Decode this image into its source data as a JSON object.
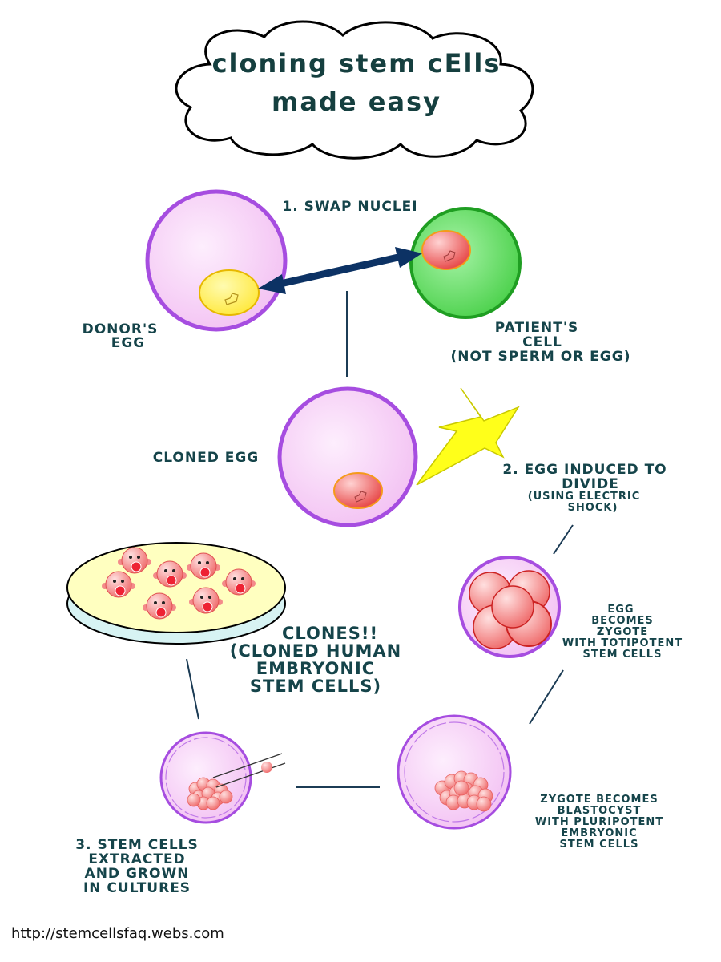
{
  "title": {
    "line1": "cloning stem cElls",
    "line2": "made easy"
  },
  "labels": {
    "swap_nuclei": "1. SWAP NUCLEI",
    "donor_egg": {
      "line1": "DONOR'S",
      "line2": "EGG"
    },
    "patients_cell": {
      "line1": "PATIENT'S",
      "line2": "CELL",
      "line3": "(NOT SPERM OR EGG)"
    },
    "cloned_egg": "CLONED EGG",
    "egg_induced": {
      "line1": "2. EGG INDUCED TO",
      "line2": "DIVIDE",
      "line3": "(USING ELECTRIC",
      "line4": "SHOCK)"
    },
    "zygote": {
      "line1": "EGG",
      "line2": "BECOMES",
      "line3": "ZYGOTE",
      "line4": "WITH TOTIPOTENT",
      "line5": "STEM CELLS"
    },
    "blastocyst": {
      "line1": "ZYGOTE BECOMES",
      "line2": "BLASTOCYST",
      "line3": "WITH PLURIPOTENT",
      "line4": "EMBRYONIC",
      "line5": "STEM CELLS"
    },
    "extracted": {
      "line1": "3. STEM CELLS",
      "line2": "EXTRACTED",
      "line3": "AND GROWN",
      "line4": "IN CULTURES"
    },
    "clones": {
      "line1": "CLONES!!",
      "line2": "(CLONED HUMAN",
      "line3": "EMBRYONIC",
      "line4": "STEM CELLS)"
    }
  },
  "footer": "http://stemcellsfaq.webs.com",
  "colors": {
    "text": "#15444a",
    "egg_fill": "#f6ccf6",
    "egg_stroke": "#a64de0",
    "patient_fill": "#62e062",
    "patient_stroke": "#1f9e22",
    "yolk": "#fff163",
    "nucleus": "#f26a6a",
    "arrow": "#0c3264",
    "bolt": "#ffff1a",
    "dish": "#ffffc0"
  }
}
